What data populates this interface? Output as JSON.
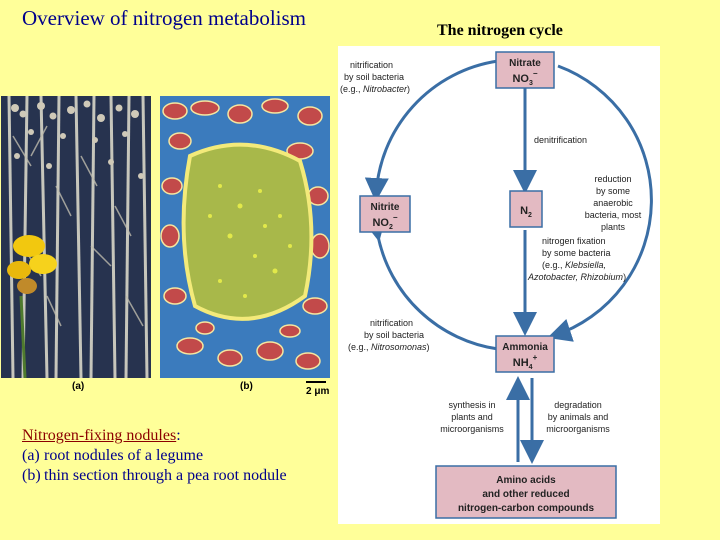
{
  "left_title": "Overview of nitrogen metabolism",
  "right_title": "The nitrogen cycle",
  "photos": {
    "a_label": "(a)",
    "b_label": "(b)",
    "scale_label": "2 μm"
  },
  "caption": {
    "title": "Nitrogen-fixing nodules",
    "title_suffix": ":",
    "items": [
      {
        "label": "(a)",
        "text": "root nodules of a legume"
      },
      {
        "label": "(b)",
        "text": "thin section through a pea root nodule"
      }
    ]
  },
  "cycle": {
    "nitrate": {
      "name": "Nitrate",
      "formula": "NO",
      "sub": "3",
      "sup": "−"
    },
    "nitrite": {
      "name": "Nitrite",
      "formula": "NO",
      "sub": "2",
      "sup": "−"
    },
    "n2": {
      "formula": "N",
      "sub": "2"
    },
    "ammonia": {
      "name": "Ammonia",
      "formula": "NH",
      "sub": "4",
      "sup": "+"
    },
    "amino": {
      "line1": "Amino acids",
      "line2": "and other reduced",
      "line3": "nitrogen-carbon compounds"
    },
    "nitrification_top": {
      "line1": "nitrification",
      "line2": "by soil bacteria",
      "line3_prefix": "(e.g., ",
      "line3_italic": "Nitrobacter",
      "line3_suffix": ")"
    },
    "denitrification": "denitrification",
    "reduction": {
      "line1": "reduction",
      "line2": "by some",
      "line3": "anaerobic",
      "line4": "bacteria, most",
      "line5": "plants"
    },
    "fixation": {
      "line1": "nitrogen fixation",
      "line2": "by some bacteria",
      "line3_prefix": "(e.g., ",
      "line3_italic": "Klebsiella,",
      "line4_italic": "Azotobacter, Rhizobium",
      "line4_suffix": ")"
    },
    "nitrification_bottom": {
      "line1": "nitrification",
      "line2": "by soil bacteria",
      "line3_prefix": "(e.g., ",
      "line3_italic": "Nitrosomonas",
      "line3_suffix": ")"
    },
    "synthesis": {
      "line1": "synthesis in",
      "line2": "plants and",
      "line3": "microorganisms"
    },
    "degradation": {
      "line1": "degradation",
      "line2": "by animals and",
      "line3": "microorganisms"
    }
  },
  "colors": {
    "title_text": "#00008b",
    "caption_title": "#8b0000",
    "slide_background": "#ffff99",
    "cycle_box_fill": "#e3bac2",
    "arrow": "#3a6ea5"
  }
}
